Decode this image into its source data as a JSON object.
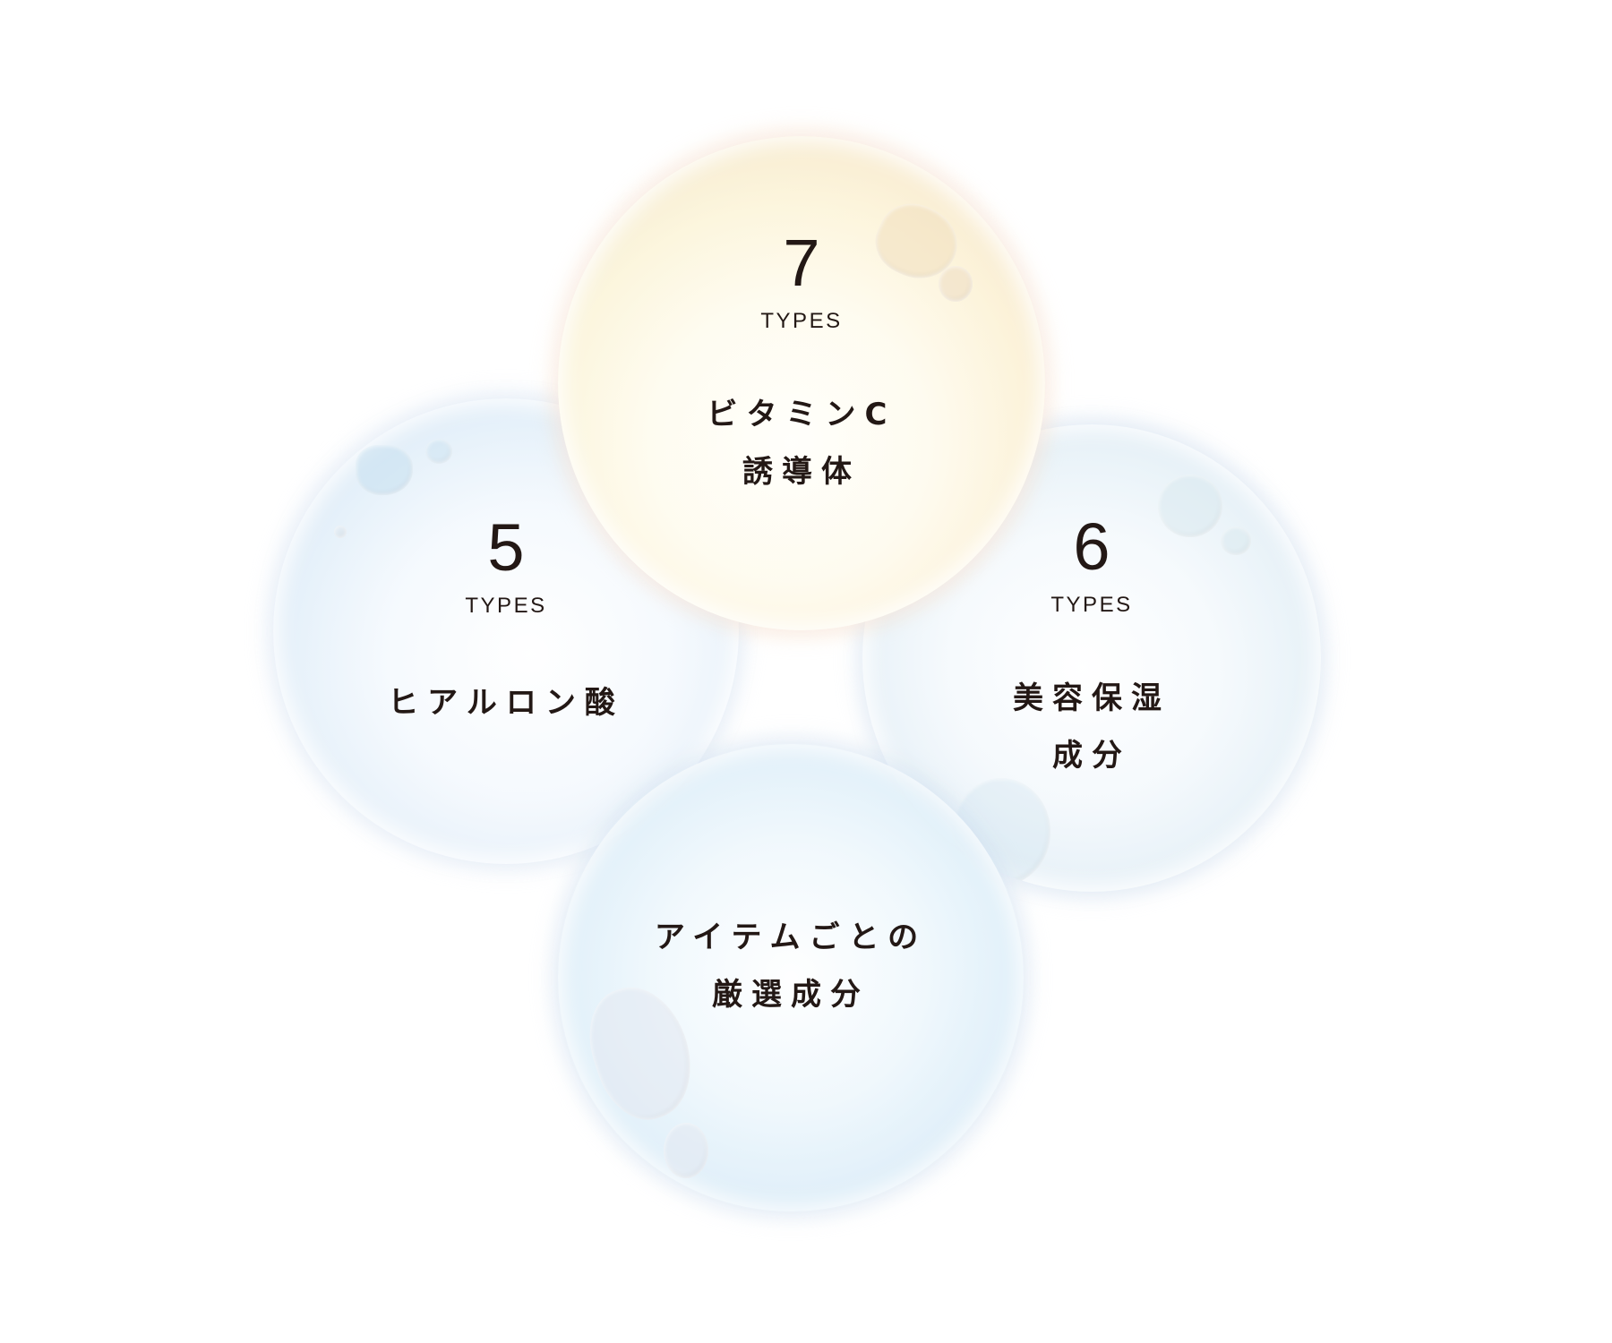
{
  "bubbles": [
    {
      "id": "vitamin-c",
      "count": "7",
      "unit": "TYPES",
      "label_lines": [
        "ビタミンC",
        "誘導体"
      ],
      "tint": "#f6e6c8"
    },
    {
      "id": "hyaluronic-acid",
      "count": "5",
      "unit": "TYPES",
      "label_lines": [
        "ヒアルロン酸"
      ],
      "tint": "#d8eaf7"
    },
    {
      "id": "moisturizing",
      "count": "6",
      "unit": "TYPES",
      "label_lines": [
        "美容保湿",
        "成分"
      ],
      "tint": "#dce8f3"
    },
    {
      "id": "curated",
      "label_lines": [
        "アイテムごとの",
        "厳選成分"
      ],
      "tint": "#d4e6f3"
    }
  ],
  "colors": {
    "text": "#231815",
    "background": "#ffffff"
  }
}
